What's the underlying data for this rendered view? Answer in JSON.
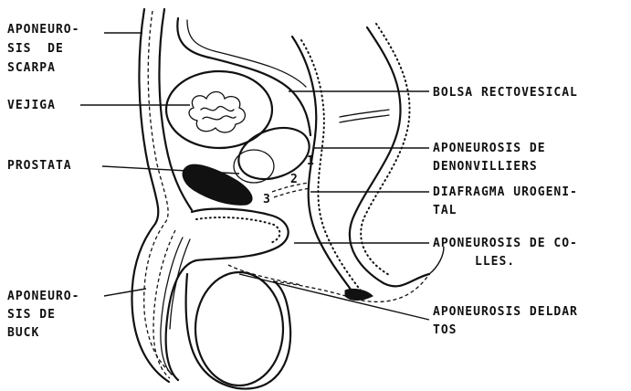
{
  "labels": {
    "scarpa_1": "APONEURO-",
    "scarpa_2": "SIS  DE",
    "scarpa_3": "SCARPA",
    "vejiga": "VEJIGA",
    "prostata": "PROSTATA",
    "buck_1": "APONEURO-",
    "buck_2": "SIS DE",
    "buck_3": "BUCK",
    "bolsa": "BOLSA RECTOVESICAL",
    "denon_1": "APONEUROSIS DE",
    "denon_2": "DENONVILLIERS",
    "diafragma_1": "DIAFRAGMA UROGENI-",
    "diafragma_2": "TAL",
    "colles_1": "APONEUROSIS DE CO-",
    "colles_2": "LLES.",
    "dartos_1": "APONEUROSIS DELDAR",
    "dartos_2": "TOS"
  },
  "markers": {
    "num_1": "1",
    "num_2": "2",
    "num_3": "3"
  }
}
